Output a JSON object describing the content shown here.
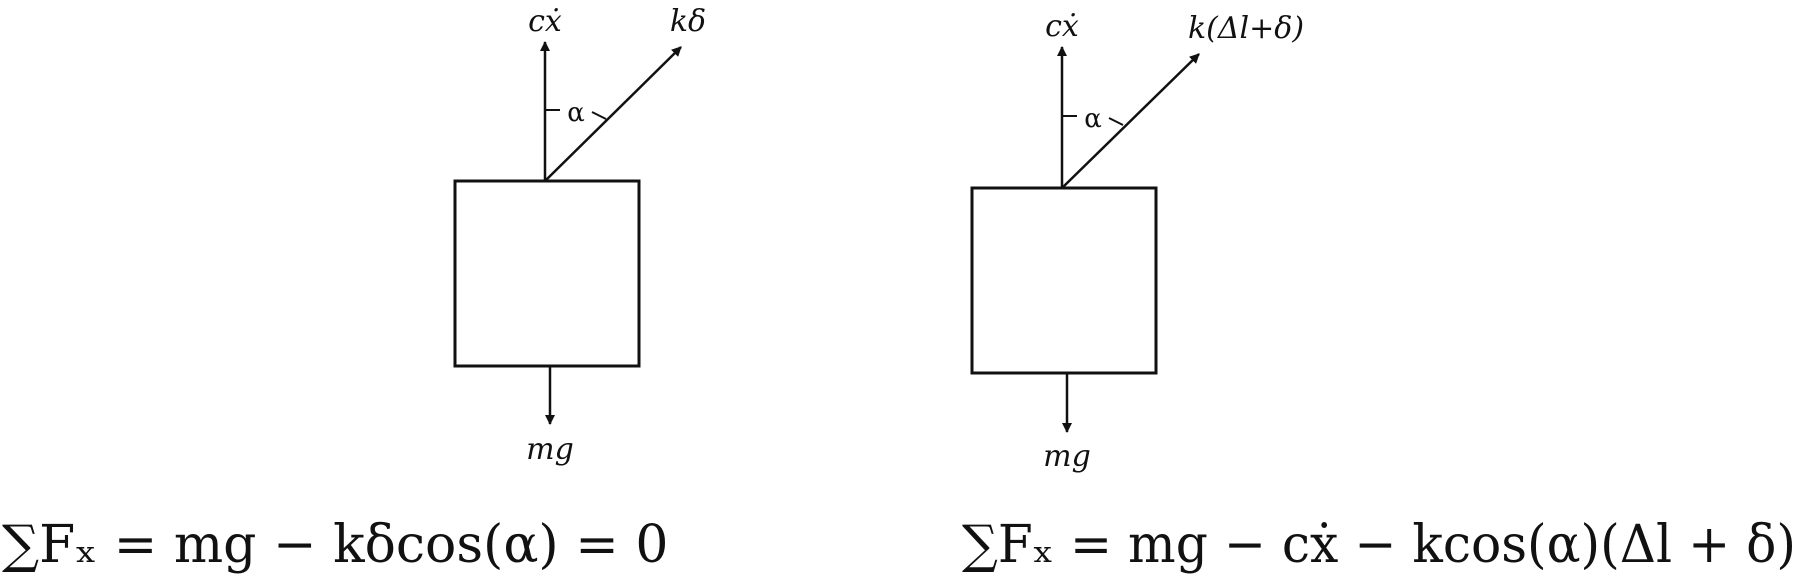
{
  "left_diagram": {
    "label_damper": "cẋ",
    "label_spring": "kδ",
    "label_angle": "α",
    "label_weight": "mg",
    "equation": "∑Fₓ = mg − kδcos(α) = 0"
  },
  "right_diagram": {
    "label_damper": "cẋ",
    "label_spring": "k(Δl+δ)",
    "label_angle": "α",
    "label_weight": "mg",
    "equation": "∑Fₓ = mg − cẋ − kcos(α)(Δl + δ)"
  }
}
